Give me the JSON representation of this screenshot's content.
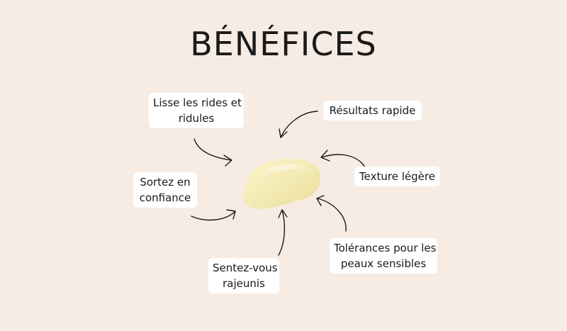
{
  "title": "BÉNÉFICES",
  "benefits": [
    {
      "line1": "Lisse les rides et",
      "line2": "ridules"
    },
    {
      "line1": "Résultats rapide"
    },
    {
      "line1": "Texture légère"
    },
    {
      "line1": "Sortez en",
      "line2": "confiance"
    },
    {
      "line1": "Tolérances pour les",
      "line2": "peaux sensibles"
    },
    {
      "line1": "Sentez-vous",
      "line2": "rajeunis"
    }
  ],
  "colors": {
    "background": "#f6ece3",
    "cream": "#f3ebb4",
    "label_bg": "#ffffff"
  },
  "icons": [
    "cream-swatch-image",
    "curved-arrow-icon"
  ]
}
